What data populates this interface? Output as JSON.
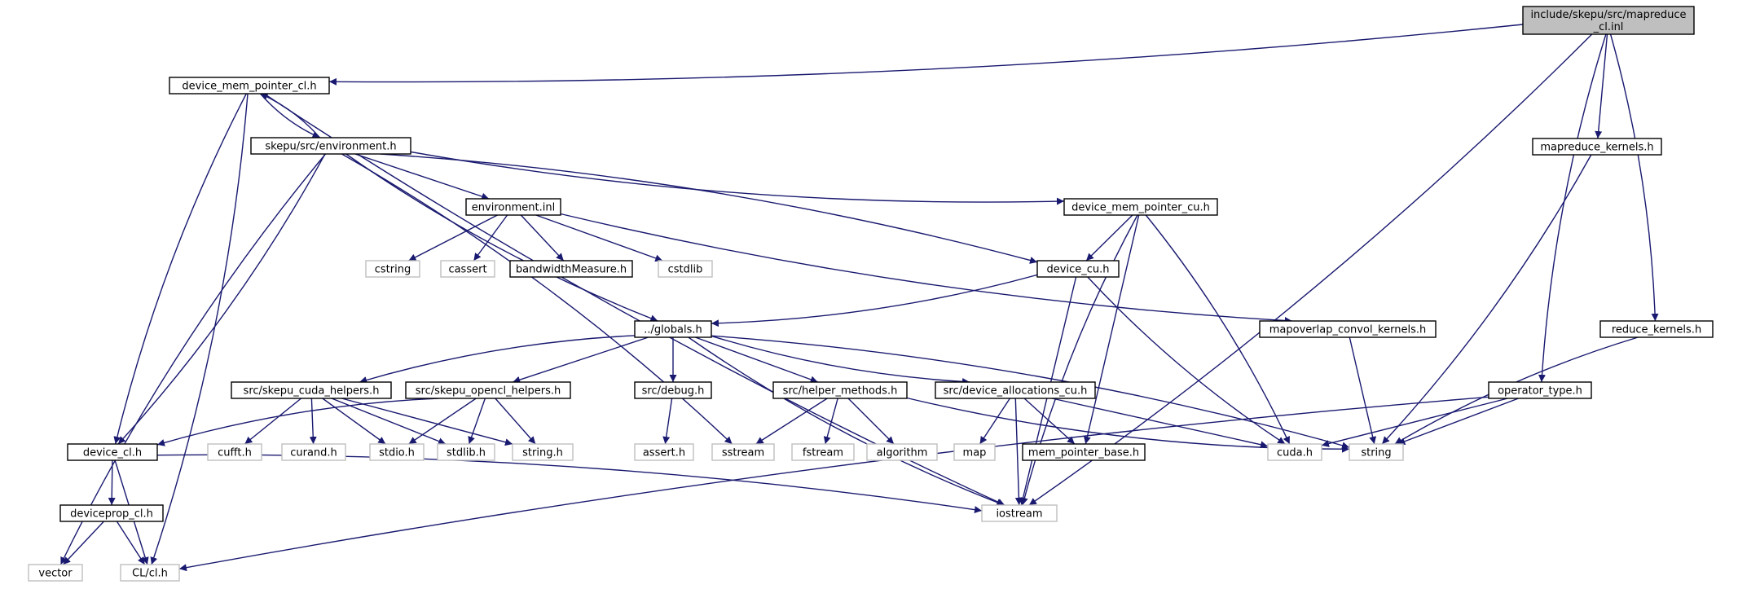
{
  "graph": {
    "colors": {
      "edge": "#191970",
      "root_fill": "#bfbfbf",
      "node_border": "#000000",
      "external_border": "#bfbfbf"
    },
    "nodes": [
      {
        "id": "root",
        "lines": [
          "include/skepu/src/mapreduce",
          "_cl.inl"
        ],
        "kind": "root"
      },
      {
        "id": "dmp_cl",
        "lines": [
          "device_mem_pointer_cl.h"
        ],
        "kind": "file"
      },
      {
        "id": "env_h",
        "lines": [
          "skepu/src/environment.h"
        ],
        "kind": "file"
      },
      {
        "id": "env_inl",
        "lines": [
          "environment.inl"
        ],
        "kind": "file"
      },
      {
        "id": "cstring",
        "lines": [
          "cstring"
        ],
        "kind": "ext"
      },
      {
        "id": "cassert",
        "lines": [
          "cassert"
        ],
        "kind": "ext"
      },
      {
        "id": "bwm",
        "lines": [
          "bandwidthMeasure.h"
        ],
        "kind": "file"
      },
      {
        "id": "cstdlib",
        "lines": [
          "cstdlib"
        ],
        "kind": "ext"
      },
      {
        "id": "dmp_cu",
        "lines": [
          "device_mem_pointer_cu.h"
        ],
        "kind": "file"
      },
      {
        "id": "dev_cu",
        "lines": [
          "device_cu.h"
        ],
        "kind": "file"
      },
      {
        "id": "globals",
        "lines": [
          "../globals.h"
        ],
        "kind": "file"
      },
      {
        "id": "mk",
        "lines": [
          "mapreduce_kernels.h"
        ],
        "kind": "file"
      },
      {
        "id": "rk",
        "lines": [
          "reduce_kernels.h"
        ],
        "kind": "file"
      },
      {
        "id": "moc",
        "lines": [
          "mapoverlap_convol_kernels.h"
        ],
        "kind": "file"
      },
      {
        "id": "op",
        "lines": [
          "operator_type.h"
        ],
        "kind": "file"
      },
      {
        "id": "cuda_helpers",
        "lines": [
          "src/skepu_cuda_helpers.h"
        ],
        "kind": "file"
      },
      {
        "id": "ocl_helpers",
        "lines": [
          "src/skepu_opencl_helpers.h"
        ],
        "kind": "file"
      },
      {
        "id": "debug",
        "lines": [
          "src/debug.h"
        ],
        "kind": "file"
      },
      {
        "id": "helper",
        "lines": [
          "src/helper_methods.h"
        ],
        "kind": "file"
      },
      {
        "id": "dev_alloc",
        "lines": [
          "src/device_allocations_cu.h"
        ],
        "kind": "file"
      },
      {
        "id": "dev_cl",
        "lines": [
          "device_cl.h"
        ],
        "kind": "file"
      },
      {
        "id": "cufft",
        "lines": [
          "cufft.h"
        ],
        "kind": "ext"
      },
      {
        "id": "curand",
        "lines": [
          "curand.h"
        ],
        "kind": "ext"
      },
      {
        "id": "stdio",
        "lines": [
          "stdio.h"
        ],
        "kind": "ext"
      },
      {
        "id": "stdlib",
        "lines": [
          "stdlib.h"
        ],
        "kind": "ext"
      },
      {
        "id": "string_h",
        "lines": [
          "string.h"
        ],
        "kind": "ext"
      },
      {
        "id": "assert",
        "lines": [
          "assert.h"
        ],
        "kind": "ext"
      },
      {
        "id": "sstream",
        "lines": [
          "sstream"
        ],
        "kind": "ext"
      },
      {
        "id": "fstream",
        "lines": [
          "fstream"
        ],
        "kind": "ext"
      },
      {
        "id": "algorithm",
        "lines": [
          "algorithm"
        ],
        "kind": "ext"
      },
      {
        "id": "map",
        "lines": [
          "map"
        ],
        "kind": "ext"
      },
      {
        "id": "mpb",
        "lines": [
          "mem_pointer_base.h"
        ],
        "kind": "file"
      },
      {
        "id": "cuda_h",
        "lines": [
          "cuda.h"
        ],
        "kind": "ext"
      },
      {
        "id": "string",
        "lines": [
          "string"
        ],
        "kind": "ext"
      },
      {
        "id": "devprop",
        "lines": [
          "deviceprop_cl.h"
        ],
        "kind": "file"
      },
      {
        "id": "iostream",
        "lines": [
          "iostream"
        ],
        "kind": "ext"
      },
      {
        "id": "vector",
        "lines": [
          "vector"
        ],
        "kind": "ext"
      },
      {
        "id": "clh",
        "lines": [
          "CL/cl.h"
        ],
        "kind": "ext"
      }
    ],
    "edges": [
      [
        "root",
        "dmp_cl"
      ],
      [
        "root",
        "mk"
      ],
      [
        "root",
        "rk"
      ],
      [
        "root",
        "op"
      ],
      [
        "root",
        "iostream"
      ],
      [
        "dmp_cl",
        "env_h"
      ],
      [
        "env_h",
        "dmp_cl"
      ],
      [
        "dmp_cl",
        "dev_cl"
      ],
      [
        "dmp_cl",
        "clh"
      ],
      [
        "dmp_cl",
        "iostream"
      ],
      [
        "env_h",
        "env_inl"
      ],
      [
        "env_h",
        "dmp_cu"
      ],
      [
        "env_h",
        "dev_cu"
      ],
      [
        "env_h",
        "globals"
      ],
      [
        "env_h",
        "dev_cl"
      ],
      [
        "env_h",
        "vector"
      ],
      [
        "env_h",
        "sstream"
      ],
      [
        "env_inl",
        "cstring"
      ],
      [
        "env_inl",
        "cassert"
      ],
      [
        "env_inl",
        "bwm"
      ],
      [
        "env_inl",
        "cstdlib"
      ],
      [
        "env_inl",
        "moc"
      ],
      [
        "dmp_cu",
        "dev_cu"
      ],
      [
        "dmp_cu",
        "mpb"
      ],
      [
        "dmp_cu",
        "cuda_h"
      ],
      [
        "dmp_cu",
        "iostream"
      ],
      [
        "dev_cu",
        "globals"
      ],
      [
        "dev_cu",
        "cuda_h"
      ],
      [
        "dev_cu",
        "iostream"
      ],
      [
        "globals",
        "cuda_helpers"
      ],
      [
        "globals",
        "ocl_helpers"
      ],
      [
        "globals",
        "debug"
      ],
      [
        "globals",
        "helper"
      ],
      [
        "globals",
        "dev_alloc"
      ],
      [
        "globals",
        "string"
      ],
      [
        "globals",
        "iostream"
      ],
      [
        "cuda_helpers",
        "cufft"
      ],
      [
        "cuda_helpers",
        "curand"
      ],
      [
        "cuda_helpers",
        "stdio"
      ],
      [
        "cuda_helpers",
        "stdlib"
      ],
      [
        "cuda_helpers",
        "string_h"
      ],
      [
        "ocl_helpers",
        "dev_cl"
      ],
      [
        "ocl_helpers",
        "stdio"
      ],
      [
        "ocl_helpers",
        "stdlib"
      ],
      [
        "ocl_helpers",
        "string_h"
      ],
      [
        "debug",
        "assert"
      ],
      [
        "helper",
        "sstream"
      ],
      [
        "helper",
        "fstream"
      ],
      [
        "helper",
        "algorithm"
      ],
      [
        "helper",
        "string"
      ],
      [
        "dev_alloc",
        "map"
      ],
      [
        "dev_alloc",
        "mpb"
      ],
      [
        "dev_alloc",
        "cuda_h"
      ],
      [
        "dev_alloc",
        "iostream"
      ],
      [
        "mk",
        "string"
      ],
      [
        "rk",
        "string"
      ],
      [
        "moc",
        "string"
      ],
      [
        "op",
        "cuda_h"
      ],
      [
        "op",
        "string"
      ],
      [
        "op",
        "clh"
      ],
      [
        "dev_cl",
        "devprop"
      ],
      [
        "dev_cl",
        "clh"
      ],
      [
        "dev_cl",
        "iostream"
      ],
      [
        "devprop",
        "vector"
      ],
      [
        "devprop",
        "clh"
      ]
    ]
  }
}
